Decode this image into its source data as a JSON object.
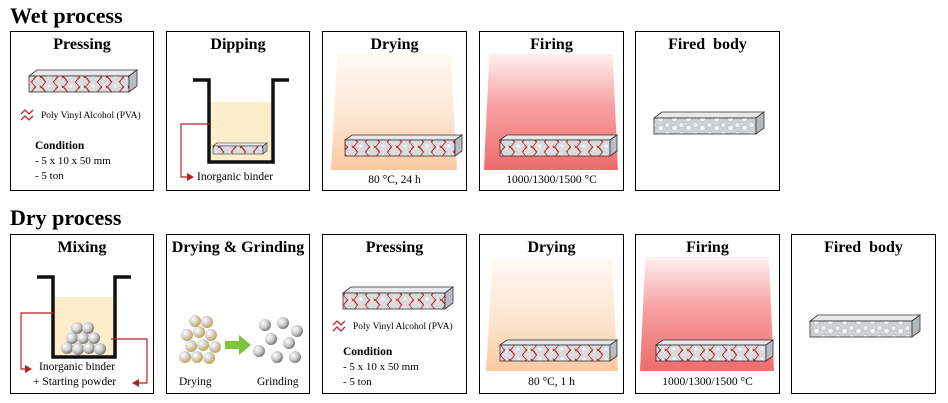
{
  "wet_process": {
    "title": "Wet process",
    "steps": [
      {
        "title": "Pressing",
        "legend": "Poly Vinyl Alcohol (PVA)",
        "condition_label": "Condition",
        "condition_lines": [
          "- 5 x 10 x 50 mm",
          "- 5 ton"
        ]
      },
      {
        "title": "Dipping",
        "label": "Inorganic binder"
      },
      {
        "title": "Drying",
        "caption": "80 °C, 24 h"
      },
      {
        "title": "Firing",
        "caption": "1000/1300/1500 °C"
      },
      {
        "title": "Fired  body"
      }
    ]
  },
  "dry_process": {
    "title": "Dry process",
    "steps": [
      {
        "title": "Mixing",
        "label_lines": [
          "Inorganic binder",
          "+ Starting powder"
        ]
      },
      {
        "title": "Drying & Grinding",
        "left_label": "Drying",
        "right_label": "Grinding"
      },
      {
        "title": "Pressing",
        "legend": "Poly Vinyl Alcohol (PVA)",
        "condition_label": "Condition",
        "condition_lines": [
          "- 5 x 10 x 50 mm",
          "- 5 ton"
        ]
      },
      {
        "title": "Drying",
        "caption": "80 °C, 1 h"
      },
      {
        "title": "Firing",
        "caption": "1000/1300/1500 °C"
      },
      {
        "title": "Fired  body"
      }
    ]
  },
  "colors": {
    "fiber": "#c0282d",
    "arrow_green": "#7ec242",
    "container": "#111111"
  }
}
